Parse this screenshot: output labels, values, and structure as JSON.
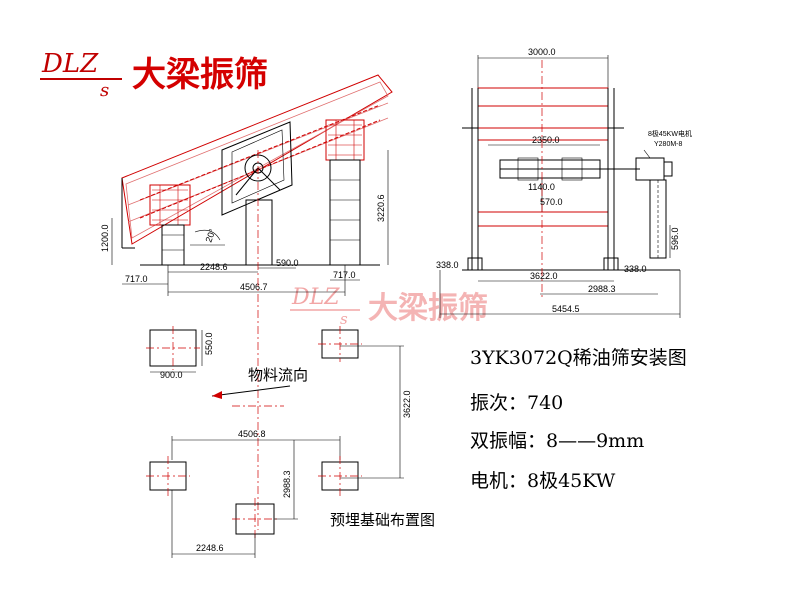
{
  "logo": {
    "latin": "DLZ",
    "sub": "s",
    "cn": "大梁振筛"
  },
  "watermark": {
    "latin": "DLZ",
    "sub": "s",
    "cn": "大梁振筛"
  },
  "specs": {
    "title": "3YK3072Q稀油筛安装图",
    "frequency": "振次：740",
    "amplitude": "双振幅：8——9mm",
    "motor": "电机：8极45KW"
  },
  "side_view": {
    "dims": {
      "height_left": "1200.0",
      "height_right": "3220.6",
      "left_offset": "717.0",
      "mid_span": "2248.6",
      "base_590": "590.0",
      "right_717": "717.0",
      "total": "4506.7",
      "angle": "20°"
    }
  },
  "end_view": {
    "dims": {
      "top_width": "3000.0",
      "inner_2350": "2350.0",
      "d1140": "1140.0",
      "d570": "570.0",
      "left_338": "338.0",
      "right_338": "338.0",
      "d3622": "3622.0",
      "d2988": "2988.3",
      "total": "5454.5",
      "motor_height": "596.0"
    },
    "motor_note_1": "8极45KW电机",
    "motor_note_2": "Y280M-8"
  },
  "foundation": {
    "pad_550": "550.0",
    "pad_900": "900.0",
    "material_flow": "物料流向",
    "d3622": "3622.0",
    "d4506": "4506.8",
    "d2988": "2988.3",
    "d2248": "2248.6",
    "title": "预埋基础布置图"
  }
}
